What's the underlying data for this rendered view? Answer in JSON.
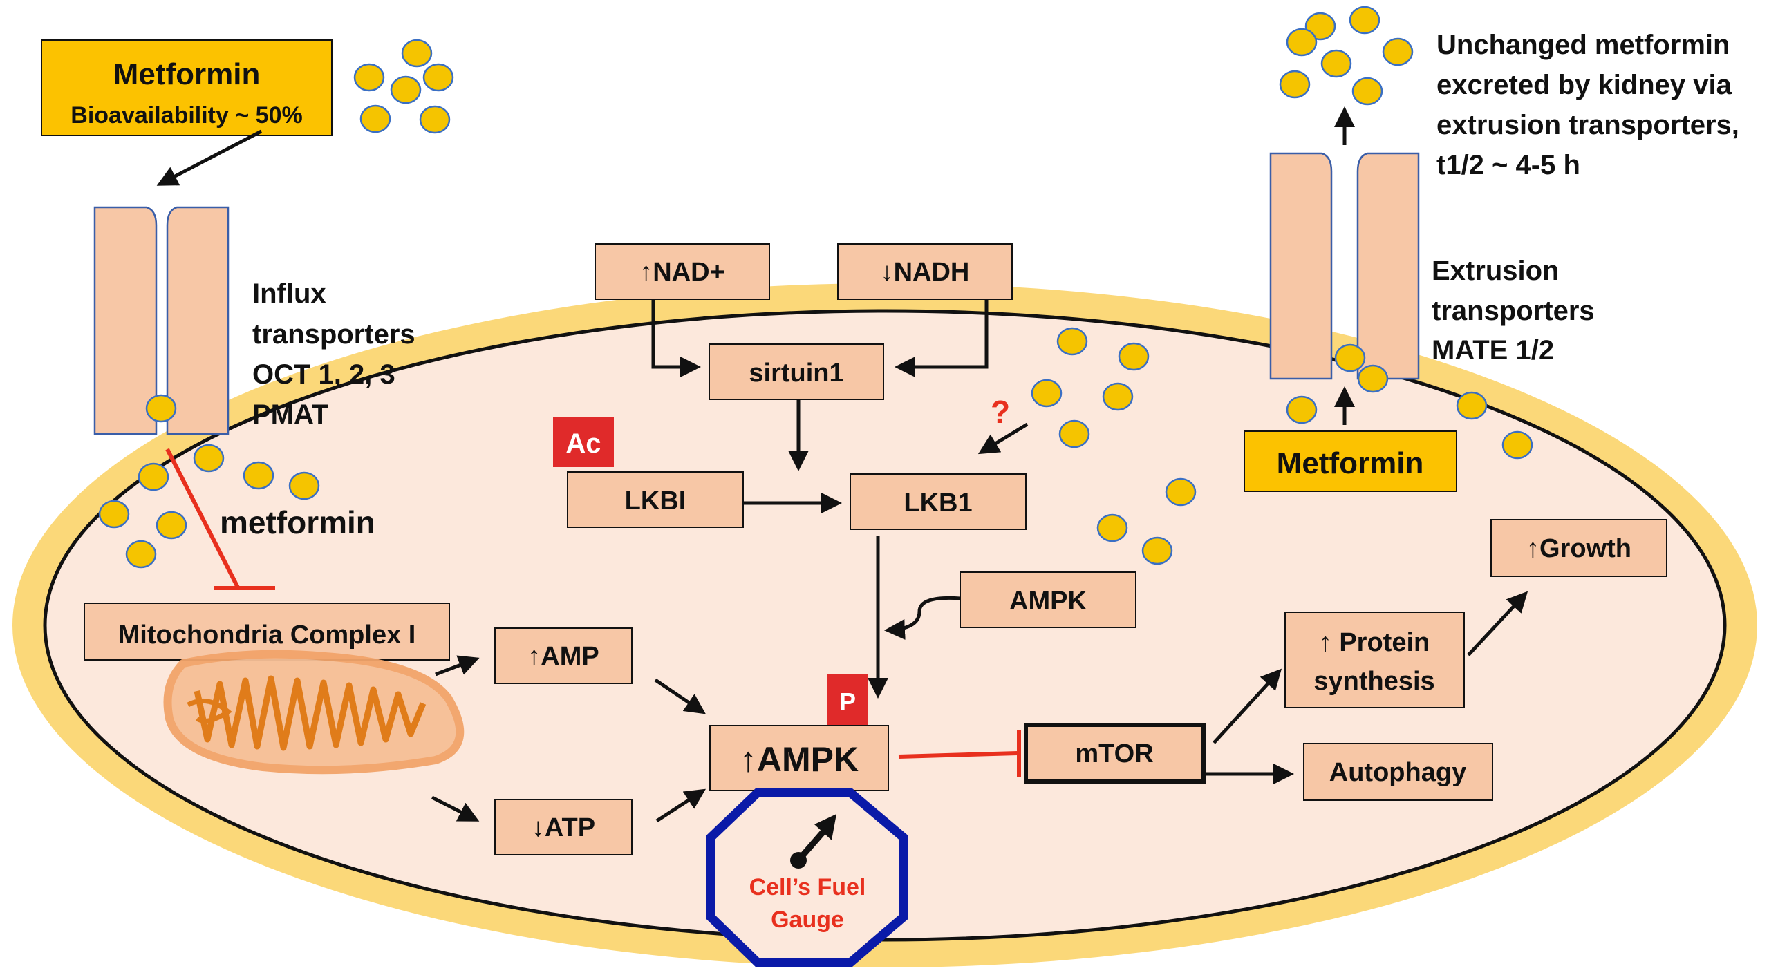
{
  "colors": {
    "cell_membrane": "#fbd879",
    "cytoplasm": "#fce8dc",
    "box_fill": "#f7c7a6",
    "metformin_box": "#fcc200",
    "pill_fill": "#f5c400",
    "pill_stroke": "#3a6fc4",
    "inhibition_red": "#e8301e",
    "gauge_blue": "#0a1aa8",
    "mito_orange": "#e07c1a"
  },
  "metformin_oral": {
    "title": "Metformin",
    "subtitle": "Bioavailability ~ 50%"
  },
  "influx_label": [
    "Influx",
    "transporters",
    "OCT 1, 2, 3",
    "PMAT"
  ],
  "inhibitor_label": "metformin",
  "mito_complex": "Mitochondria Complex I",
  "amp_label": "↑AMP",
  "atp_label": "↓ATP",
  "nad_label": "↑NAD+",
  "nadh_label": "↓NADH",
  "sirtuin_label": "sirtuin1",
  "lkbi_label": "LKBI",
  "ac_badge": "Ac",
  "lkb1_label": "LKB1",
  "question_mark": "?",
  "ampk_upstream_label": "AMPK",
  "p_badge": "P",
  "ampk_main_label": "↑AMPK",
  "gauge_label": [
    "Cell’s Fuel",
    "Gauge"
  ],
  "mtor_label": "mTOR",
  "protein_label": [
    "↑ Protein",
    "synthesis"
  ],
  "growth_label": "↑Growth",
  "autophagy_label": "Autophagy",
  "extrusion_label": [
    "Extrusion",
    "transporters",
    "MATE 1/2"
  ],
  "metformin_cell_label": "Metformin",
  "excretion_label": [
    "Unchanged metformin",
    "excreted by kidney via",
    "extrusion transporters,",
    "t1/2 ~ 4-5 h"
  ]
}
